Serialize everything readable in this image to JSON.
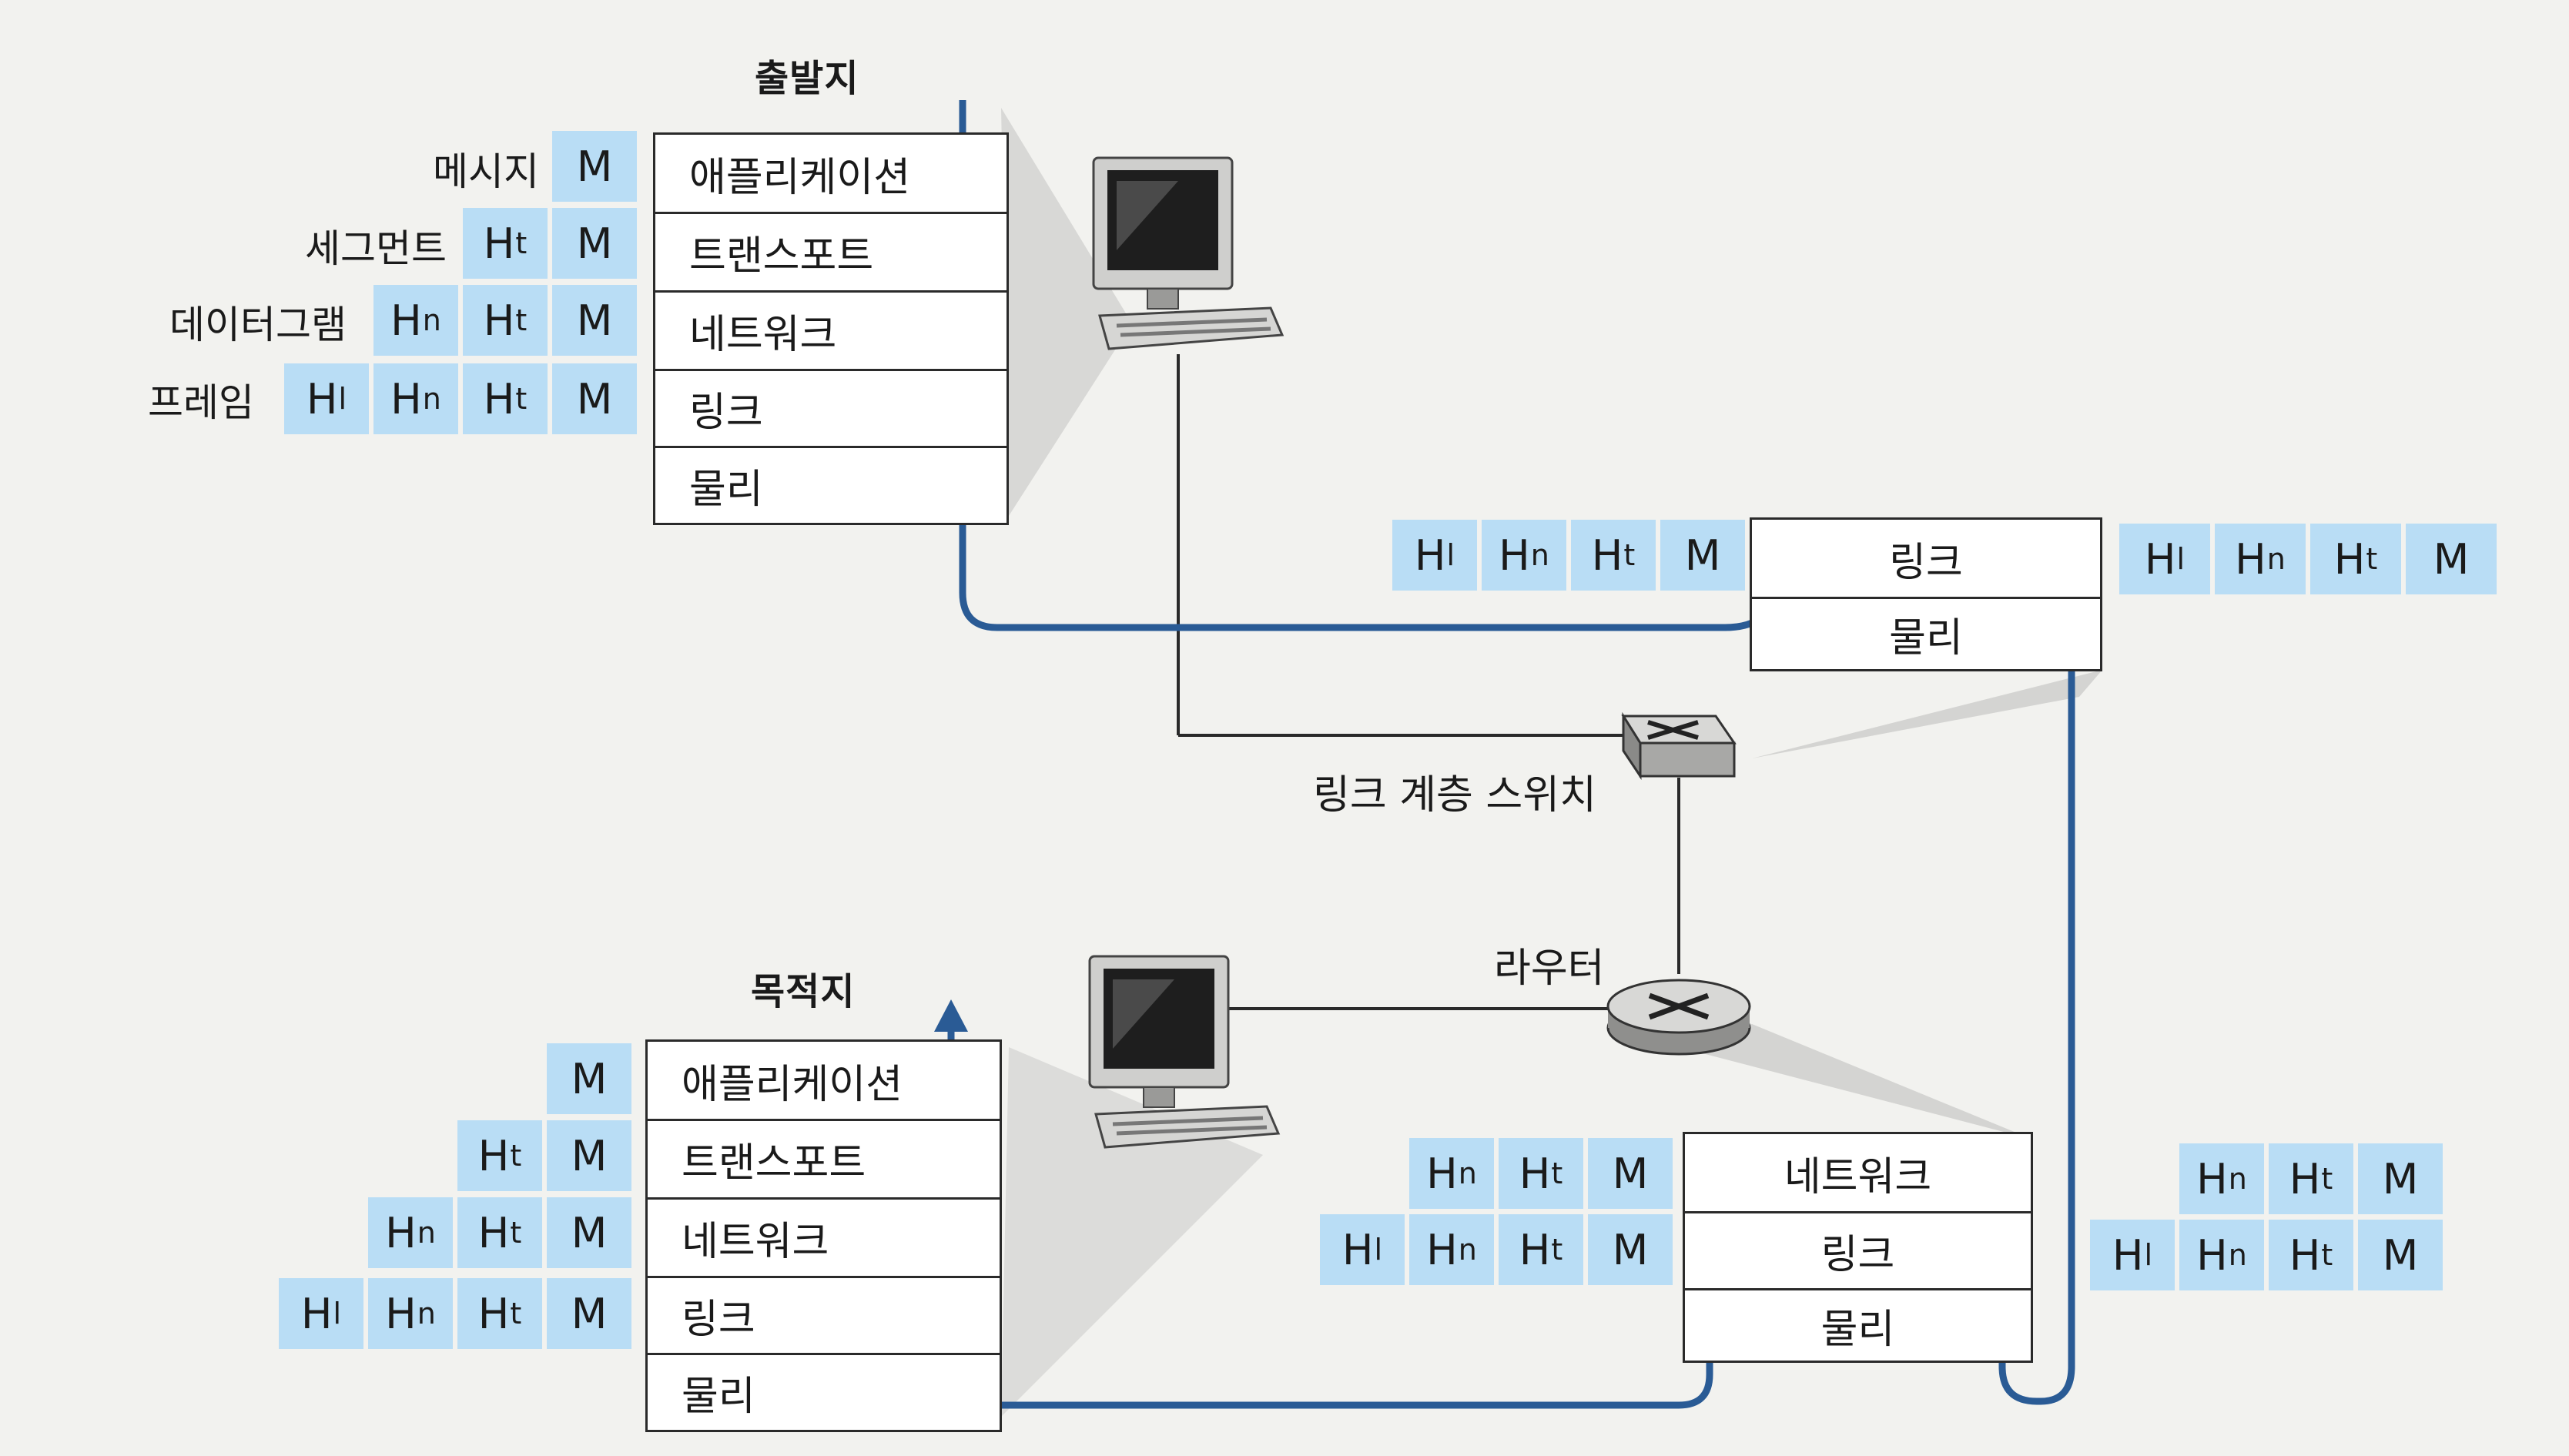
{
  "source_title": "출발지",
  "dest_title": "목적지",
  "source_stack": {
    "layers": [
      "애플리케이션",
      "트랜스포트",
      "네트워크",
      "링크",
      "물리"
    ]
  },
  "dest_stack": {
    "layers": [
      "애플리케이션",
      "트랜스포트",
      "네트워크",
      "링크",
      "물리"
    ]
  },
  "switch_stack": {
    "layers": [
      "링크",
      "물리"
    ]
  },
  "router_stack": {
    "layers": [
      "네트워크",
      "링크",
      "물리"
    ]
  },
  "source_labels": [
    "메시지",
    "세그먼트",
    "데이터그램",
    "프레임"
  ],
  "headers": {
    "l": "H",
    "l_sub": "l",
    "n": "H",
    "n_sub": "n",
    "t": "H",
    "t_sub": "t",
    "m": "M"
  },
  "switch_label": "링크 계층 스위치",
  "router_label": "라우터",
  "colors": {
    "path": "#2a5b95",
    "header_box": "#b9ddf5",
    "line": "#2a2a2a"
  },
  "icons": [
    "computer-icon",
    "switch-icon",
    "router-icon"
  ]
}
